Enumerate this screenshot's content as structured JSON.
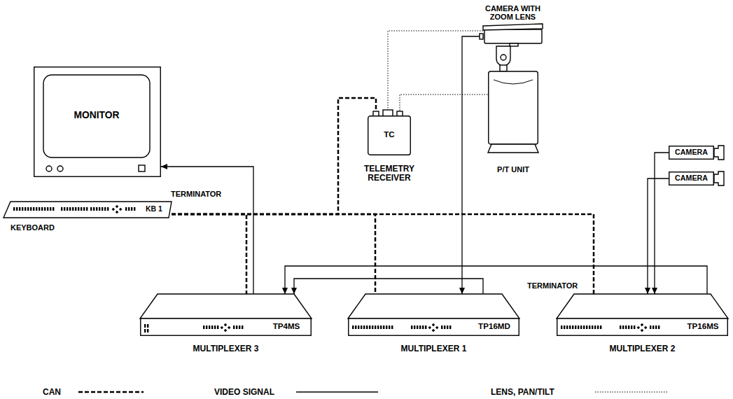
{
  "diagram": {
    "nodes": [
      {
        "text": [
          "MONITOR"
        ]
      },
      {
        "text": [
          "KB 1",
          "KEYBOARD"
        ]
      },
      {
        "text": [
          "TC",
          "TELEMETRY RECEIVER"
        ]
      },
      {
        "text": [
          "CAMERA WITH ZOOM LENS"
        ]
      },
      {
        "text": [
          "P/T UNIT"
        ]
      },
      {
        "text": [
          "CAMERA"
        ]
      },
      {
        "text": [
          "CAMERA"
        ]
      },
      {
        "text": [
          "TP4MS",
          "MULTIPLEXER 3"
        ]
      },
      {
        "text": [
          "TP16MD",
          "MULTIPLEXER 1"
        ]
      },
      {
        "text": [
          "TP16MS",
          "MULTIPLEXER 2"
        ]
      }
    ],
    "edges": [
      {
        "from": 7,
        "to": 0,
        "arrow": "to"
      },
      {
        "from": 3,
        "to": 8,
        "arrow": "to"
      },
      {
        "from": 5,
        "to": 9,
        "arrow": "to"
      },
      {
        "from": 6,
        "to": 9,
        "arrow": "to"
      },
      {
        "from": 8,
        "to": 7,
        "arrow": "to"
      },
      {
        "from": 9,
        "to": 7,
        "arrow": "to"
      },
      {
        "from": 1,
        "to": 7,
        "arrow": "none"
      },
      {
        "from": 1,
        "to": 8,
        "arrow": "none"
      },
      {
        "from": 1,
        "to": 9,
        "arrow": "none"
      },
      {
        "from": 1,
        "to": 2,
        "arrow": "none"
      },
      {
        "from": 2,
        "to": 3,
        "arrow": "none"
      },
      {
        "from": 2,
        "to": 4,
        "arrow": "none"
      }
    ],
    "labels": [
      "TERMINATOR",
      "TERMINATOR"
    ],
    "legend": [
      {
        "text": "CAN"
      },
      {
        "text": "VIDEO SIGNAL"
      },
      {
        "text": "LENS, PAN/TILT"
      }
    ]
  }
}
